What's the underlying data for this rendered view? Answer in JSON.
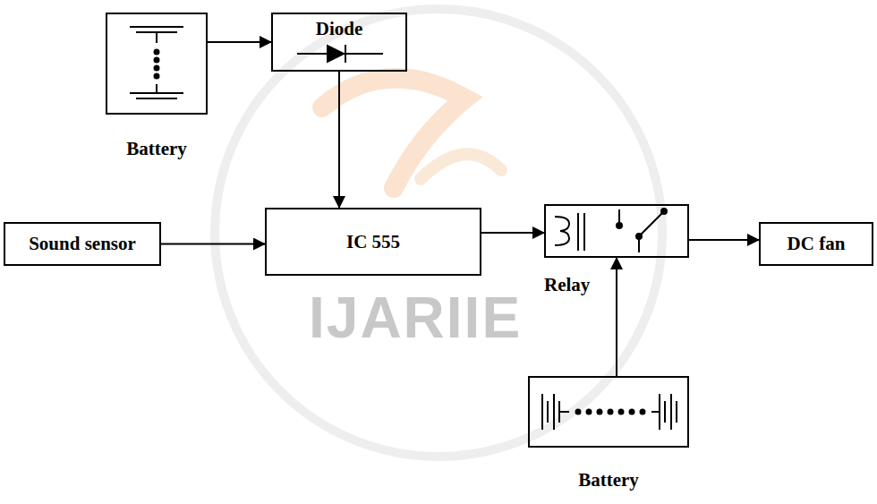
{
  "diagram": {
    "nodes": [
      {
        "text": [
          "Battery"
        ]
      },
      {
        "text": [
          "Diode"
        ]
      },
      {
        "text": [
          "Sound sensor"
        ]
      },
      {
        "text": [
          "IC 555"
        ]
      },
      {
        "text": [
          "Relay"
        ]
      },
      {
        "text": [
          "DC fan"
        ]
      },
      {
        "text": [
          "Battery"
        ]
      }
    ],
    "edges": [
      {
        "from": 0,
        "to": 1,
        "arrow": "to"
      },
      {
        "from": 1,
        "to": 3,
        "arrow": "to"
      },
      {
        "from": 2,
        "to": 3,
        "arrow": "to"
      },
      {
        "from": 3,
        "to": 4,
        "arrow": "to"
      },
      {
        "from": 4,
        "to": 5,
        "arrow": "to"
      },
      {
        "from": 6,
        "to": 4,
        "arrow": "to"
      }
    ],
    "labels": [
      "IJARIIE"
    ]
  }
}
